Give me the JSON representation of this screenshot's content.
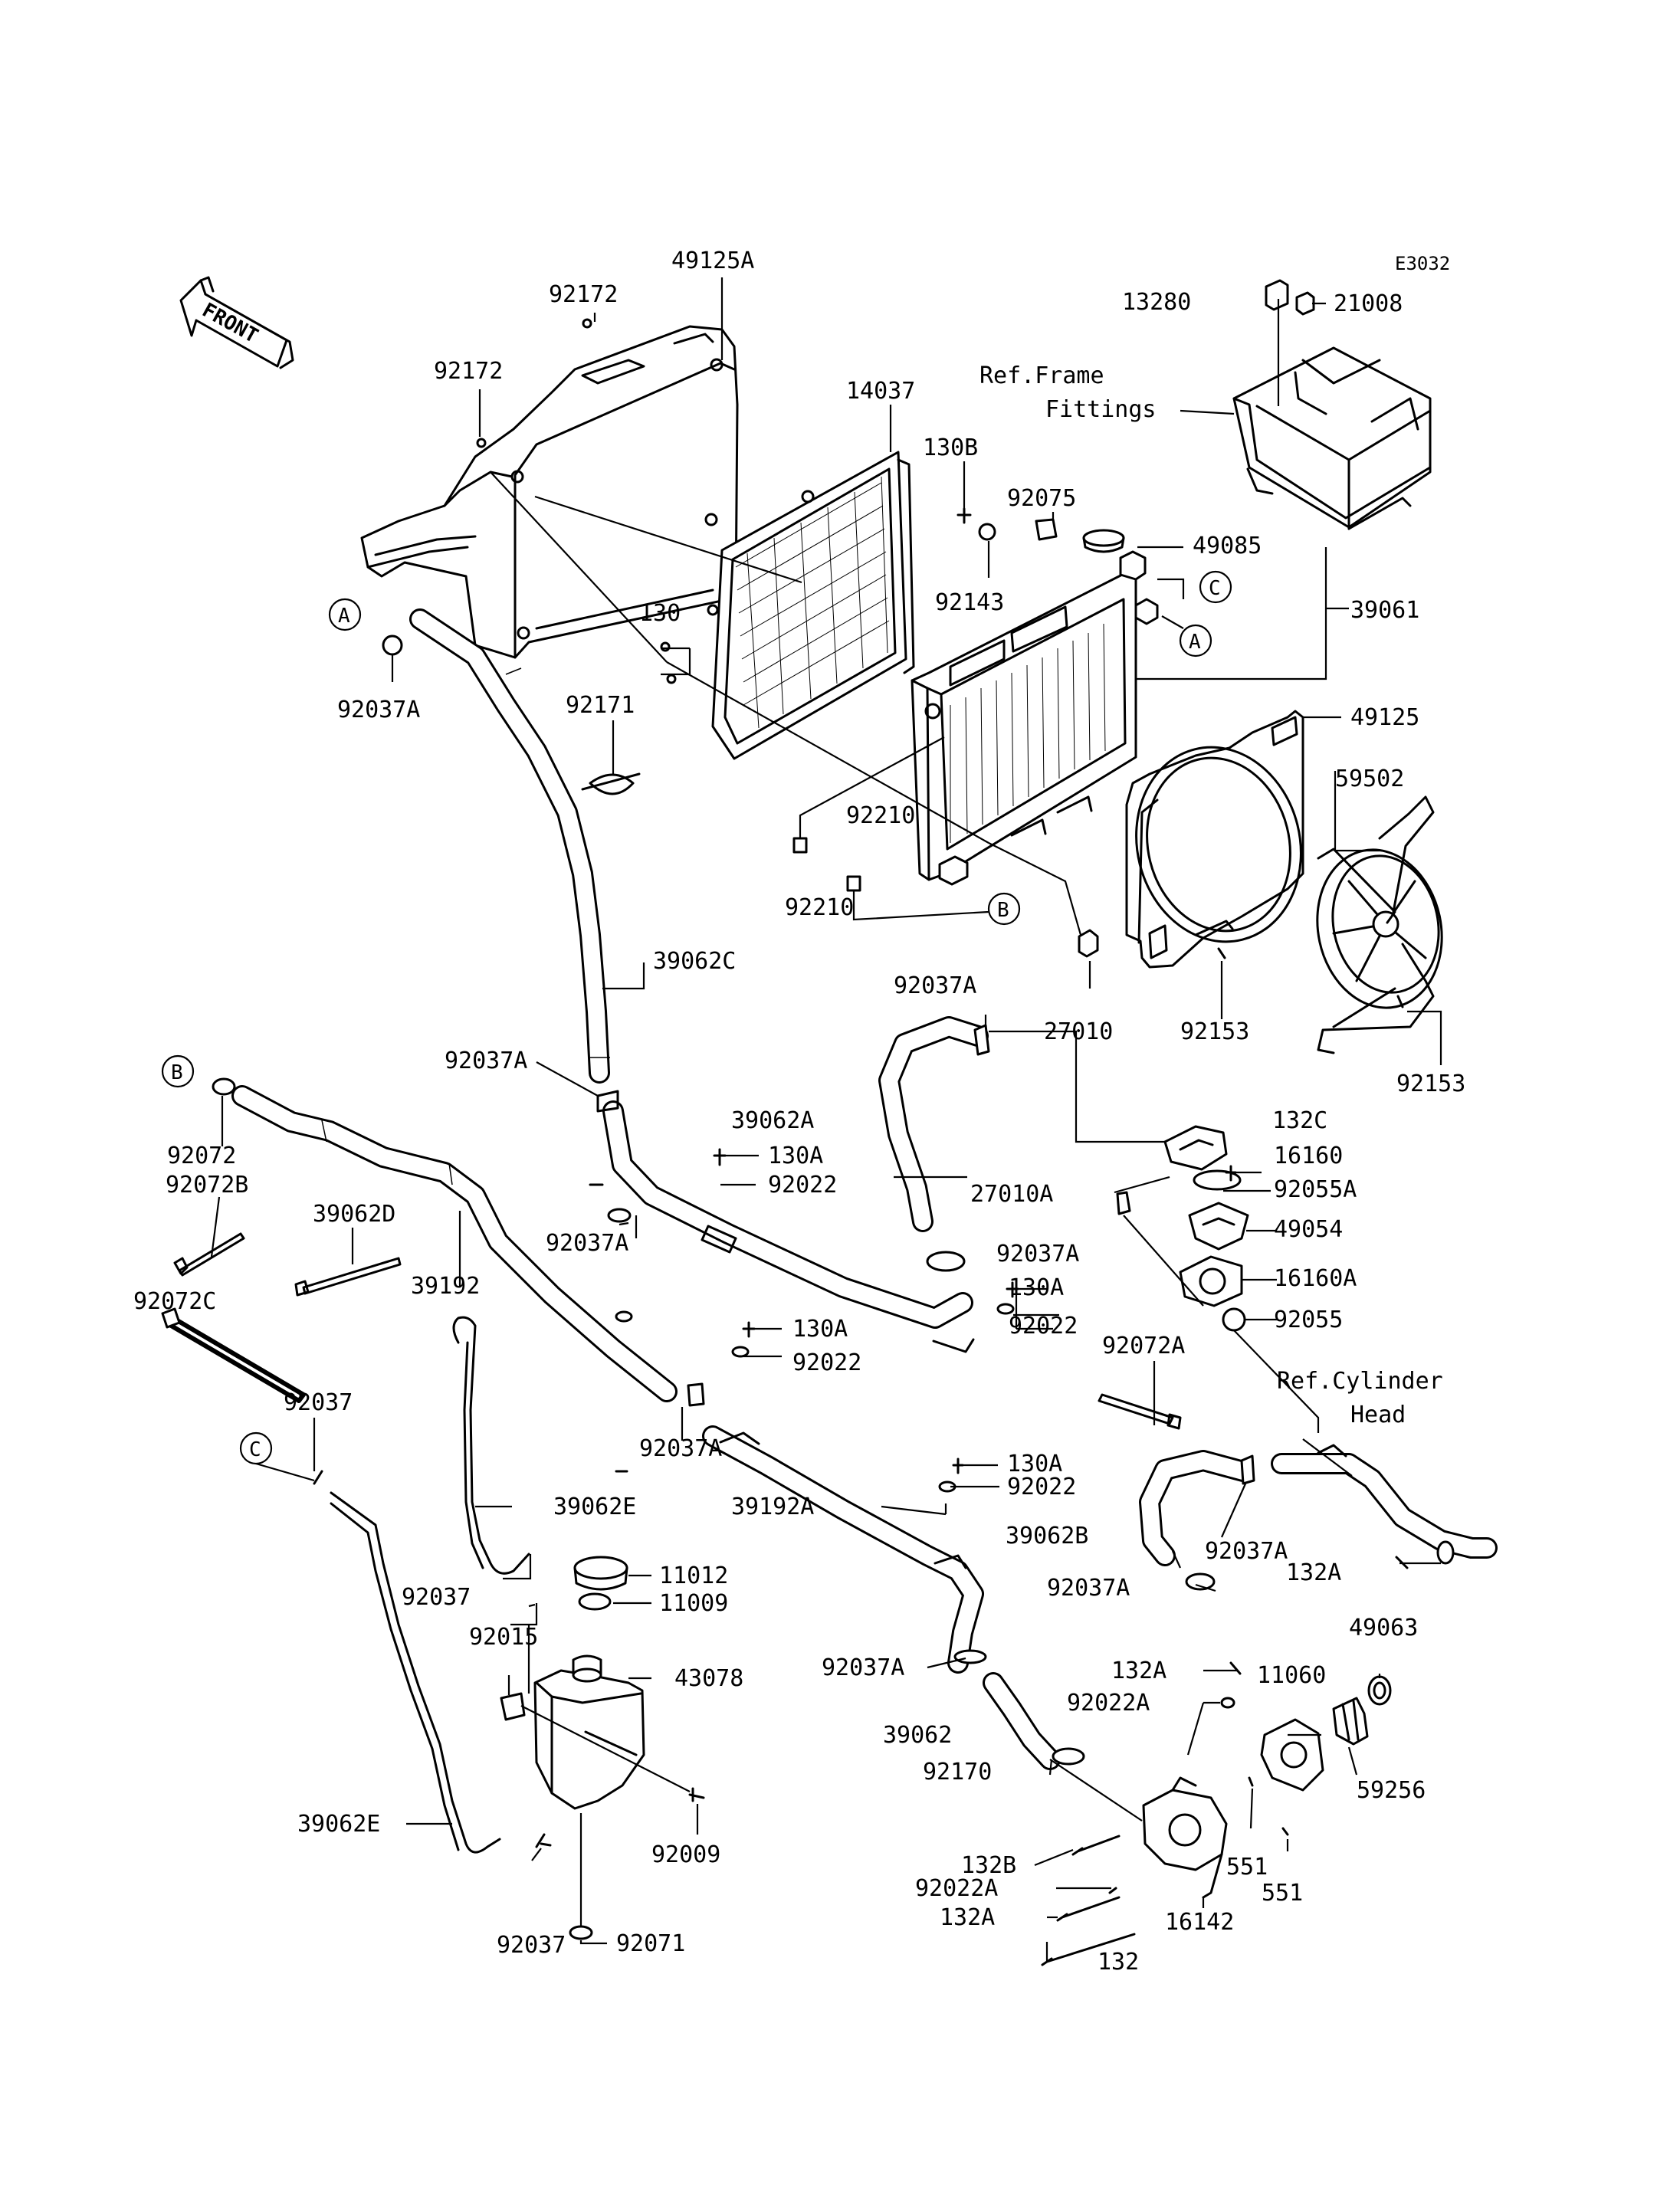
{
  "diagram_code": "E3032",
  "front_label": "FRONT",
  "ref_frame": [
    "Ref.Frame",
    "Fittings"
  ],
  "ref_cylinder": [
    "Ref.Cylinder",
    "Head"
  ],
  "circle_labels": [
    "A",
    "A",
    "B",
    "B",
    "C",
    "C"
  ],
  "part_labels": [
    "49125A",
    "92172",
    "92172",
    "14037",
    "130B",
    "92075",
    "92143",
    "49085",
    "39061",
    "130",
    "92037A",
    "92171",
    "92210",
    "92210",
    "49125",
    "59502",
    "39062C",
    "92037A",
    "27010",
    "92153",
    "92153",
    "92037A",
    "130A",
    "92022",
    "39062A",
    "132C",
    "16160",
    "92055A",
    "27010A",
    "49054",
    "16160A",
    "92055",
    "92037A",
    "92072",
    "92072B",
    "39062D",
    "39192",
    "92037A",
    "130A",
    "92022",
    "130A",
    "92022",
    "92072C",
    "92037",
    "92037A",
    "92072A",
    "130A",
    "92022",
    "39192A",
    "39062E",
    "39062B",
    "92037A",
    "132A",
    "92037A",
    "11012",
    "92037",
    "11009",
    "92015",
    "43078",
    "92037A",
    "49063",
    "132A",
    "11060",
    "92022A",
    "39062",
    "92170",
    "59256",
    "39062E",
    "92009",
    "132B",
    "551",
    "551",
    "92022A",
    "132A",
    "16142",
    "92037",
    "92071",
    "132",
    "13280",
    "21008"
  ]
}
